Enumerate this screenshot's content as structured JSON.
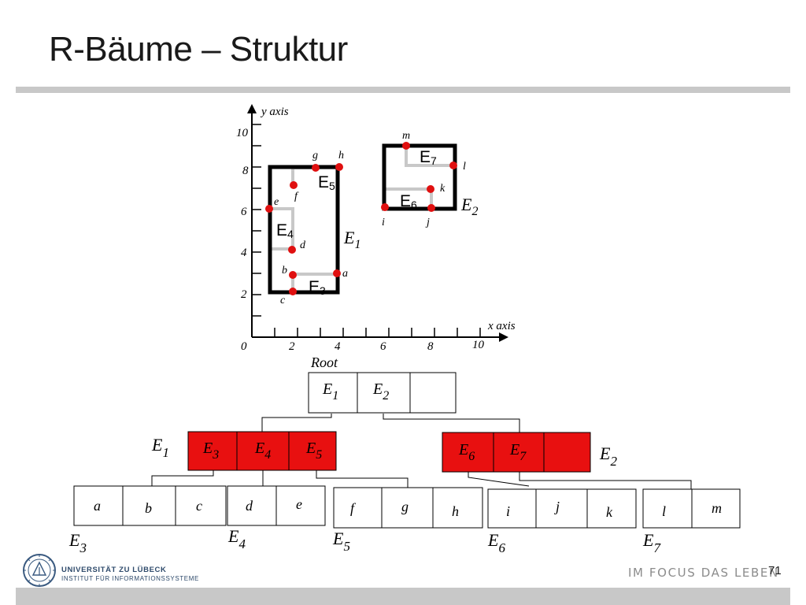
{
  "slide": {
    "title": "R-Bäume – Struktur",
    "page_number": "71",
    "motto": "IM FOCUS DAS LEBEN",
    "university": "UNIVERSITÄT ZU LÜBECK",
    "institute": "INSTITUT FÜR INFORMATIONSSYSTEME"
  },
  "plot": {
    "x_axis_label": "x axis",
    "y_axis_label": "y axis",
    "origin_label": "0",
    "x_ticks": [
      "2",
      "4",
      "6",
      "8",
      "10"
    ],
    "y_ticks": [
      "2",
      "4",
      "6",
      "8",
      "10"
    ],
    "points": {
      "a": "a",
      "b": "b",
      "c": "c",
      "d": "d",
      "e": "e",
      "f": "f",
      "g": "g",
      "h": "h",
      "i": "i",
      "j": "j",
      "k": "k",
      "l": "l",
      "m": "m"
    },
    "rect_labels": {
      "E1": {
        "base": "E",
        "sub": "1"
      },
      "E2": {
        "base": "E",
        "sub": "2"
      },
      "E3": {
        "base": "E",
        "sub": "3"
      },
      "E4": {
        "base": "E",
        "sub": "4"
      },
      "E5": {
        "base": "E",
        "sub": "5"
      },
      "E6": {
        "base": "E",
        "sub": "6"
      },
      "E7": {
        "base": "E",
        "sub": "7"
      }
    }
  },
  "tree": {
    "root_label": "Root",
    "root_entries": [
      {
        "base": "E",
        "sub": "1"
      },
      {
        "base": "E",
        "sub": "2"
      },
      {
        "base": "",
        "sub": ""
      }
    ],
    "inner_nodes": [
      {
        "label": {
          "base": "E",
          "sub": "1"
        },
        "entries": [
          {
            "base": "E",
            "sub": "3"
          },
          {
            "base": "E",
            "sub": "4"
          },
          {
            "base": "E",
            "sub": "5"
          }
        ]
      },
      {
        "label": {
          "base": "E",
          "sub": "2"
        },
        "entries": [
          {
            "base": "E",
            "sub": "6"
          },
          {
            "base": "E",
            "sub": "7"
          },
          {
            "base": "",
            "sub": ""
          }
        ]
      }
    ],
    "leaves": [
      {
        "label": {
          "base": "E",
          "sub": "3"
        },
        "entries": [
          "a",
          "b",
          "c"
        ]
      },
      {
        "label": {
          "base": "E",
          "sub": "4"
        },
        "entries": [
          "d",
          "e"
        ]
      },
      {
        "label": {
          "base": "E",
          "sub": "5"
        },
        "entries": [
          "f",
          "g",
          "h"
        ]
      },
      {
        "label": {
          "base": "E",
          "sub": "6"
        },
        "entries": [
          "i",
          "j",
          "k"
        ]
      },
      {
        "label": {
          "base": "E",
          "sub": "7"
        },
        "entries": [
          "l",
          "m"
        ]
      }
    ]
  },
  "colors": {
    "node_fill": "#e81010",
    "point": "#e01010",
    "mbr_border": "#000000",
    "guide_lines": "#c8c8c8",
    "rule": "#c8c8c8"
  }
}
